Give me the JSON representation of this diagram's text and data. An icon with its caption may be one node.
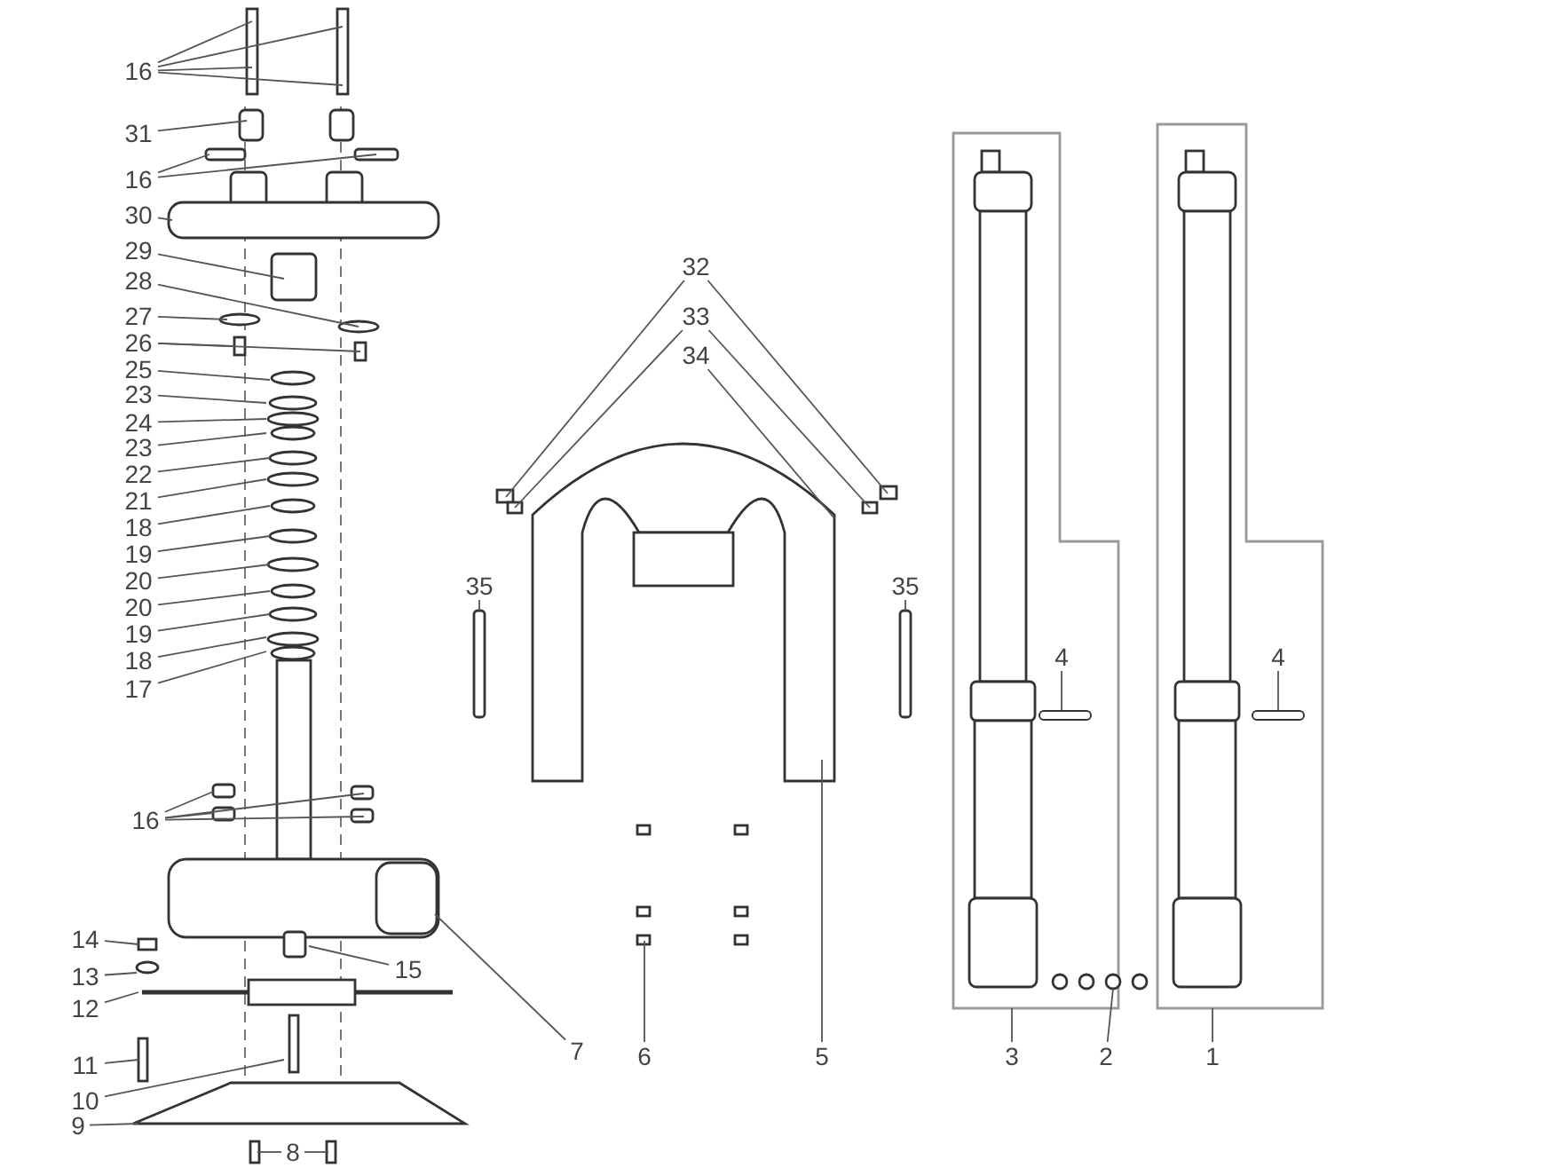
{
  "diagram": {
    "nodes": [
      {
        "text": [
          "16"
        ]
      },
      {
        "text": [
          "31"
        ]
      },
      {
        "text": [
          "16"
        ]
      },
      {
        "text": [
          "30"
        ]
      },
      {
        "text": [
          "29"
        ]
      },
      {
        "text": [
          "28"
        ]
      },
      {
        "text": [
          "27"
        ]
      },
      {
        "text": [
          "26"
        ]
      },
      {
        "text": [
          "25"
        ]
      },
      {
        "text": [
          "23"
        ]
      },
      {
        "text": [
          "24"
        ]
      },
      {
        "text": [
          "23"
        ]
      },
      {
        "text": [
          "22"
        ]
      },
      {
        "text": [
          "21"
        ]
      },
      {
        "text": [
          "18"
        ]
      },
      {
        "text": [
          "19"
        ]
      },
      {
        "text": [
          "20"
        ]
      },
      {
        "text": [
          "20"
        ]
      },
      {
        "text": [
          "19"
        ]
      },
      {
        "text": [
          "18"
        ]
      },
      {
        "text": [
          "17"
        ]
      },
      {
        "text": [
          "16"
        ]
      },
      {
        "text": [
          "14"
        ]
      },
      {
        "text": [
          "13"
        ]
      },
      {
        "text": [
          "12"
        ]
      },
      {
        "text": [
          "11"
        ]
      },
      {
        "text": [
          "10"
        ]
      },
      {
        "text": [
          "9"
        ]
      },
      {
        "text": [
          "8"
        ]
      },
      {
        "text": [
          "15"
        ]
      },
      {
        "text": [
          "7"
        ]
      },
      {
        "text": [
          "6"
        ]
      },
      {
        "text": [
          "5"
        ]
      },
      {
        "text": [
          "32"
        ]
      },
      {
        "text": [
          "33"
        ]
      },
      {
        "text": [
          "34"
        ]
      },
      {
        "text": [
          "35"
        ]
      },
      {
        "text": [
          "35"
        ]
      },
      {
        "text": [
          "4"
        ],
        "in": 43
      },
      {
        "text": [
          "4"
        ],
        "in": 44
      },
      {
        "text": [
          "3"
        ]
      },
      {
        "text": [
          "2"
        ]
      },
      {
        "text": [
          "1"
        ]
      },
      {
        "text": [],
        "shape": "picture"
      },
      {
        "text": [],
        "shape": "picture"
      },
      {
        "text": [],
        "shape": "picture"
      },
      {
        "text": [],
        "shape": "bar",
        "in": 43
      },
      {
        "text": [],
        "shape": "bar",
        "in": 44
      }
    ],
    "edges": [
      {
        "from": 0,
        "to": null,
        "arrow": "none"
      },
      {
        "from": 0,
        "to": null,
        "arrow": "none"
      },
      {
        "from": 0,
        "to": null,
        "arrow": "none"
      },
      {
        "from": 0,
        "to": null,
        "arrow": "none"
      },
      {
        "from": 1,
        "to": null,
        "arrow": "none"
      },
      {
        "from": 2,
        "to": null,
        "arrow": "none"
      },
      {
        "from": 2,
        "to": null,
        "arrow": "none"
      },
      {
        "from": 3,
        "to": null,
        "arrow": "none"
      },
      {
        "from": 4,
        "to": null,
        "arrow": "none"
      },
      {
        "from": 5,
        "to": null,
        "arrow": "none"
      },
      {
        "from": 6,
        "to": null,
        "arrow": "none"
      },
      {
        "from": 7,
        "to": null,
        "arrow": "none"
      },
      {
        "from": 7,
        "to": null,
        "arrow": "none"
      },
      {
        "from": 8,
        "to": null,
        "arrow": "none"
      },
      {
        "from": 9,
        "to": null,
        "arrow": "none"
      },
      {
        "from": 10,
        "to": null,
        "arrow": "none"
      },
      {
        "from": 11,
        "to": null,
        "arrow": "none"
      },
      {
        "from": 12,
        "to": null,
        "arrow": "none"
      },
      {
        "from": 13,
        "to": null,
        "arrow": "none"
      },
      {
        "from": 14,
        "to": null,
        "arrow": "none"
      },
      {
        "from": 15,
        "to": null,
        "arrow": "none"
      },
      {
        "from": 16,
        "to": null,
        "arrow": "none"
      },
      {
        "from": 17,
        "to": null,
        "arrow": "none"
      },
      {
        "from": 18,
        "to": null,
        "arrow": "none"
      },
      {
        "from": 19,
        "to": null,
        "arrow": "none"
      },
      {
        "from": 20,
        "to": null,
        "arrow": "none"
      },
      {
        "from": 21,
        "to": null,
        "arrow": "none"
      },
      {
        "from": 21,
        "to": null,
        "arrow": "none"
      },
      {
        "from": 21,
        "to": null,
        "arrow": "none"
      },
      {
        "from": 21,
        "to": null,
        "arrow": "none"
      },
      {
        "from": 22,
        "to": null,
        "arrow": "none"
      },
      {
        "from": 23,
        "to": null,
        "arrow": "none"
      },
      {
        "from": 24,
        "to": null,
        "arrow": "none"
      },
      {
        "from": 25,
        "to": null,
        "arrow": "none"
      },
      {
        "from": 26,
        "to": null,
        "arrow": "none"
      },
      {
        "from": 27,
        "to": null,
        "arrow": "none"
      },
      {
        "from": 28,
        "to": null,
        "arrow": "none"
      },
      {
        "from": 28,
        "to": null,
        "arrow": "none"
      },
      {
        "from": 29,
        "to": null,
        "arrow": "none"
      },
      {
        "from": 30,
        "to": null,
        "arrow": "none"
      },
      {
        "from": 31,
        "to": null,
        "arrow": "none"
      },
      {
        "from": 32,
        "to": null,
        "arrow": "none"
      },
      {
        "from": 33,
        "to": null,
        "arrow": "none"
      },
      {
        "from": 33,
        "to": null,
        "arrow": "none"
      },
      {
        "from": 34,
        "to": null,
        "arrow": "none"
      },
      {
        "from": 34,
        "to": null,
        "arrow": "none"
      },
      {
        "from": 35,
        "to": null,
        "arrow": "none"
      },
      {
        "from": 36,
        "to": null,
        "arrow": "none"
      },
      {
        "from": 37,
        "to": null,
        "arrow": "none"
      },
      {
        "from": 38,
        "to": 46,
        "arrow": "none"
      },
      {
        "from": 39,
        "to": 47,
        "arrow": "none"
      },
      {
        "from": 40,
        "to": 43,
        "arrow": "none"
      },
      {
        "from": 41,
        "to": 45,
        "arrow": "none"
      },
      {
        "from": 42,
        "to": 44,
        "arrow": "none"
      }
    ]
  }
}
